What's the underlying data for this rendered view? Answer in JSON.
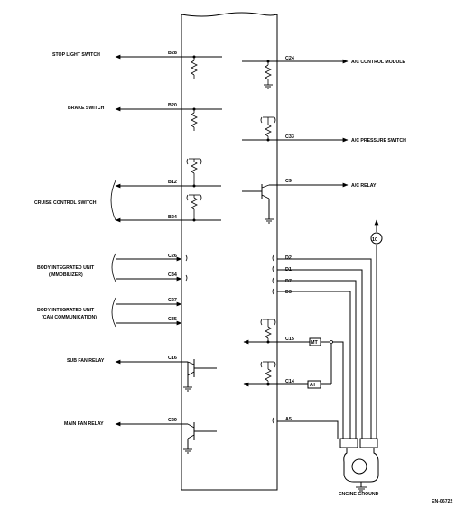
{
  "left_labels": {
    "stop_light_switch": "STOP LIGHT SWITCH",
    "brake_switch": "BRAKE SWITCH",
    "cruise_control_switch": "CRUISE CONTROL SWITCH",
    "body_unit_immobilizer_line1": "BODY INTEGRATED UNIT",
    "body_unit_immobilizer_line2": "(IMMOBILIZER)",
    "body_unit_can_line1": "BODY INTEGRATED UNIT",
    "body_unit_can_line2": "(CAN COMMUNICATION)",
    "sub_fan_relay": "SUB FAN RELAY",
    "main_fan_relay": "MAIN FAN RELAY"
  },
  "right_labels": {
    "ac_control_module": "A/C CONTROL MODULE",
    "ac_pressure_switch": "A/C PRESSURE SWITCH",
    "ac_relay": "A/C RELAY",
    "engine_ground": "ENGINE GROUND"
  },
  "pins": {
    "b28": "B28",
    "b20": "B20",
    "b12": "B12",
    "b24": "B24",
    "c26": "C26",
    "c34": "C34",
    "c27": "C27",
    "c35": "C35",
    "c16": "C16",
    "c29": "C29",
    "c24": "C24",
    "c33": "C33",
    "c9": "C9",
    "d2": "D2",
    "d1": "D1",
    "d7": "D7",
    "d3": "D3",
    "c15": "C15",
    "c14": "C14",
    "a5": "A5"
  },
  "boxes": {
    "mt": "MT",
    "at": "AT"
  },
  "connector_ref": "10",
  "figure_code": "EN-06722"
}
